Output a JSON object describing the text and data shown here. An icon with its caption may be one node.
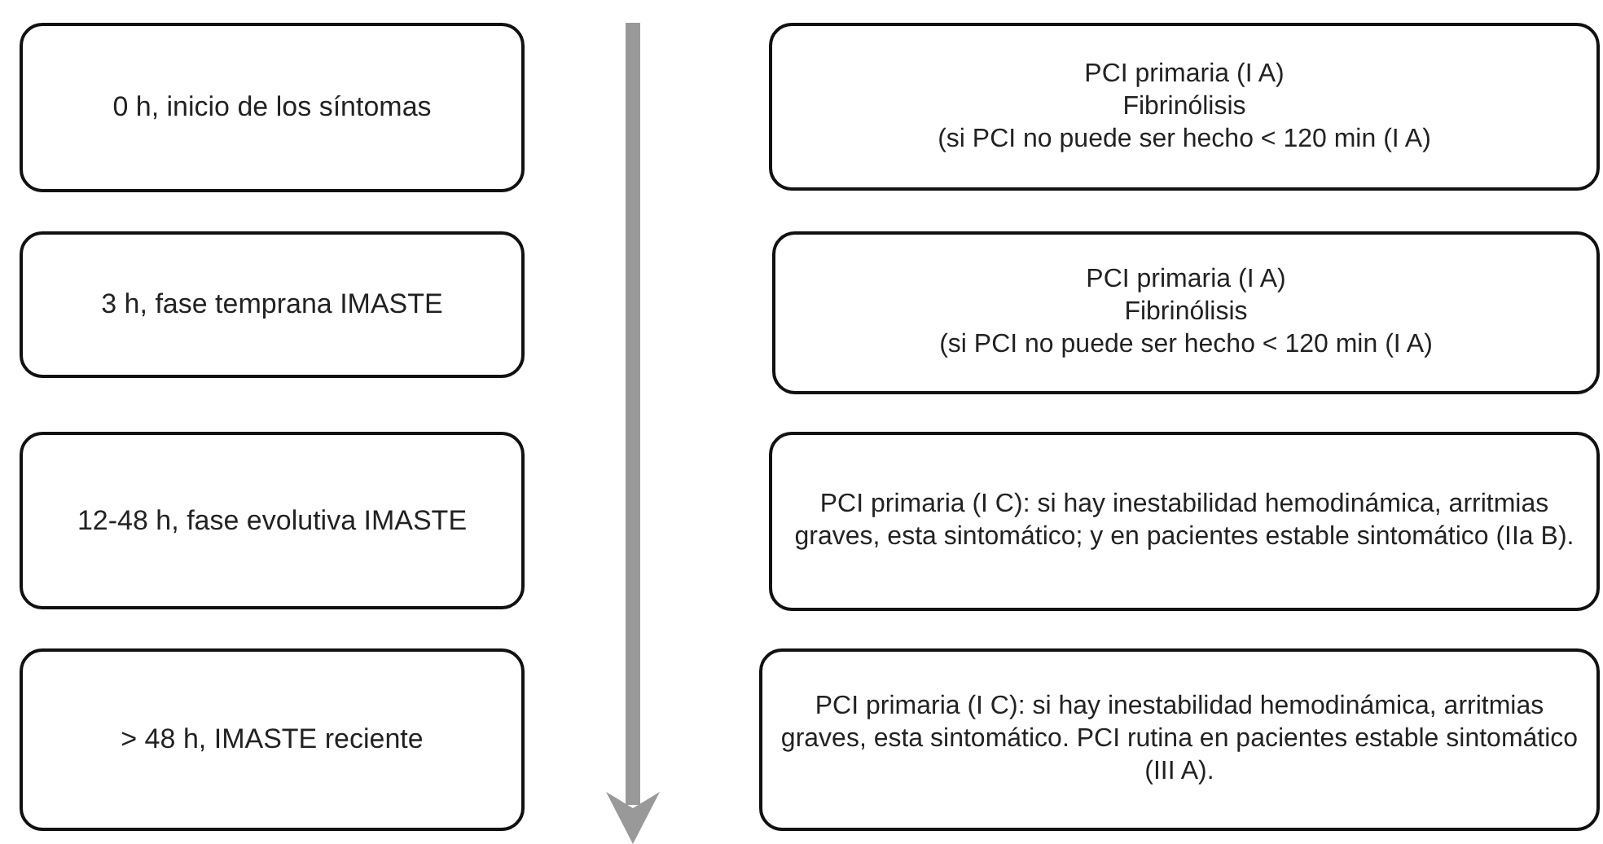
{
  "diagram": {
    "nodes": [
      {
        "text": [
          "0 h, inicio de los síntomas"
        ]
      },
      {
        "text": [
          "3 h, fase temprana IMASTE"
        ]
      },
      {
        "text": [
          "12-48 h, fase evolutiva IMASTE"
        ]
      },
      {
        "text": [
          "> 48 h, IMASTE reciente"
        ]
      },
      {
        "text": [
          "PCI primaria (I A)",
          "Fibrinólisis",
          "(si PCI no puede ser hecho < 120 min (I A)"
        ]
      },
      {
        "text": [
          "PCI primaria (I A)",
          "Fibrinólisis",
          "(si PCI no puede ser hecho < 120 min (I A)"
        ]
      },
      {
        "text": [
          "PCI primaria (I C): si hay inestabilidad hemodinámica, arritmias graves, esta sintomático; y en pacientes estable sintomático (IIa B)."
        ]
      },
      {
        "text": [
          "PCI primaria (I C): si hay inestabilidad hemodinámica, arritmias graves, esta sintomático. PCI rutina en pacientes estable sintomático (III A)."
        ]
      }
    ]
  }
}
